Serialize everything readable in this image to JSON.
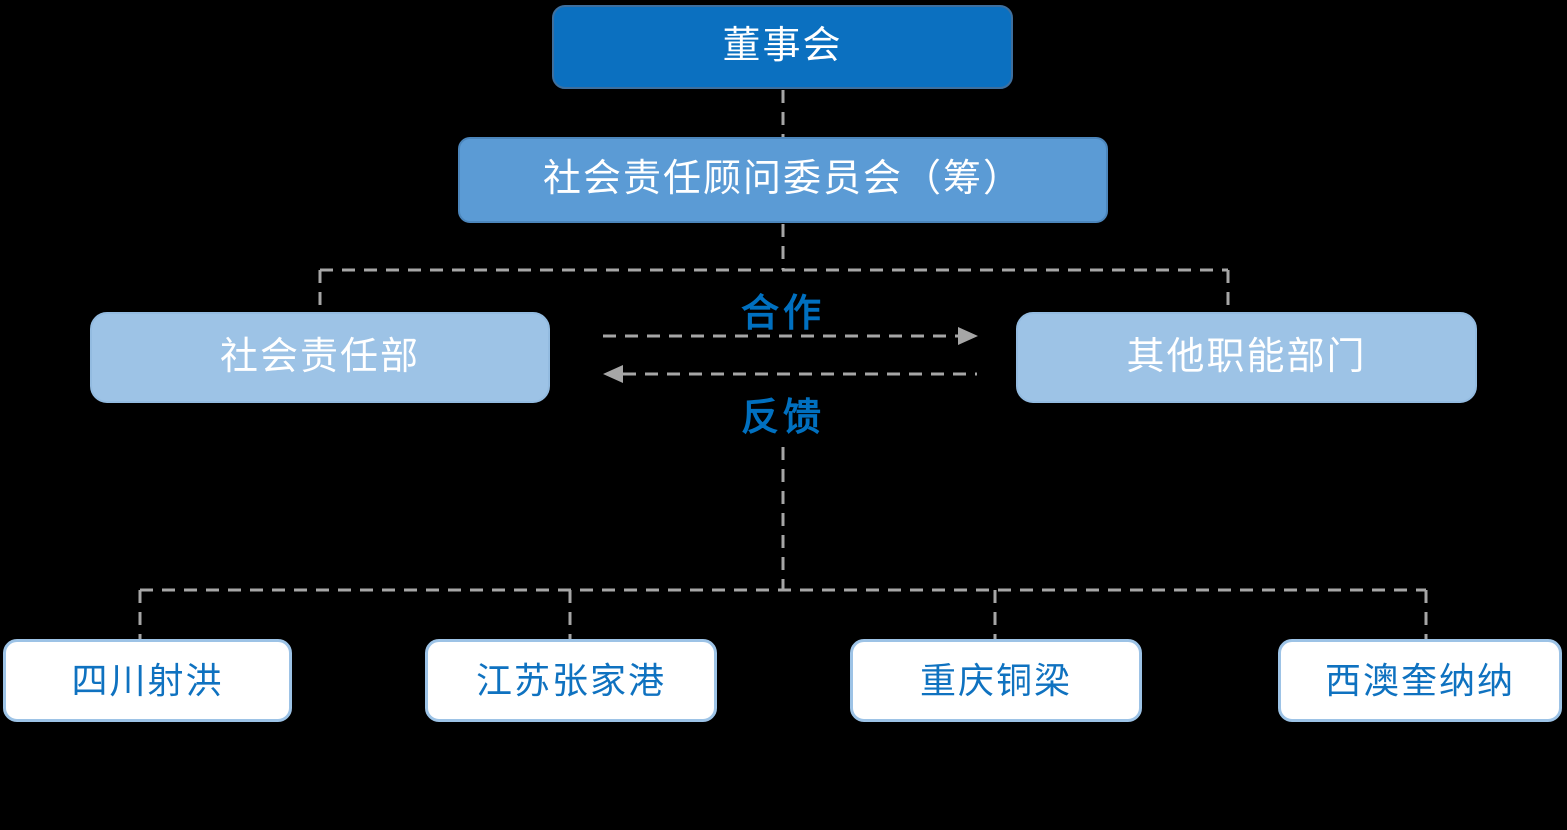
{
  "diagram": {
    "nodes": {
      "board": {
        "label": "董事会"
      },
      "committee": {
        "label": "社会责任顾问委员会（筹）"
      },
      "csr_dept": {
        "label": "社会责任部"
      },
      "other_depts": {
        "label": "其他职能部门"
      },
      "site_1": {
        "label": "四川射洪"
      },
      "site_2": {
        "label": "江苏张家港"
      },
      "site_3": {
        "label": "重庆铜梁"
      },
      "site_4": {
        "label": "西澳奎纳纳"
      }
    },
    "relations": {
      "cooperation_label": "合作",
      "feedback_label": "反馈"
    },
    "colors": {
      "level1_fill": "#0B70C0",
      "level2_fill": "#5B9BD5",
      "level3_fill": "#9DC3E6",
      "site_fill": "#FFFFFF",
      "site_border": "#9DC3E6",
      "site_text": "#0F72C0",
      "relation_text": "#0070C0",
      "connector": "#A6A6A6",
      "node_text": "#FFFFFF",
      "background": "#000000"
    }
  }
}
